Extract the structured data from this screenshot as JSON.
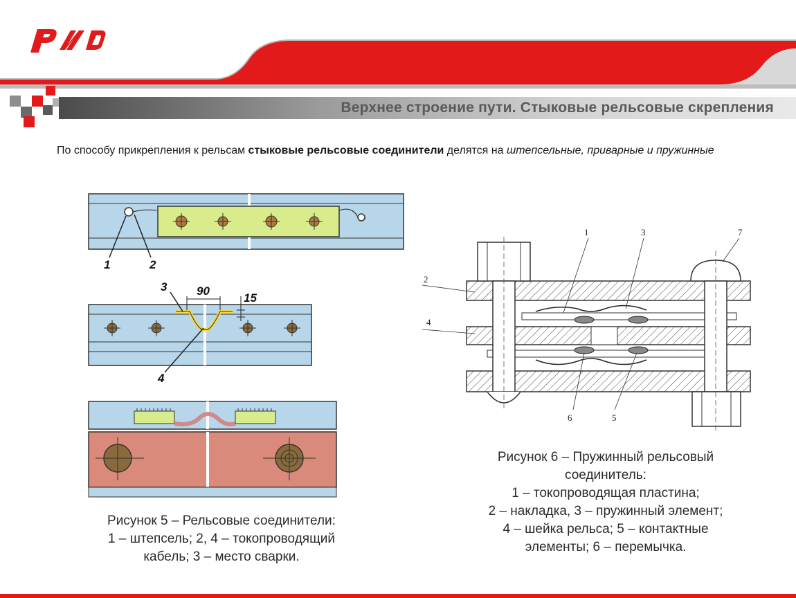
{
  "header": {
    "logo_text": "РЖД",
    "title": "Верхнее строение пути. Стыковые рельсовые скрепления",
    "colors": {
      "brand_red": "#e21a1a",
      "title_gray": "#5a5a5a"
    }
  },
  "intro": {
    "part1": "По способу прикрепления к рельсам ",
    "bold": "стыковые рельсовые соединители",
    "part2": " делятся на ",
    "italic": "штепсельные, приварные и пружинные"
  },
  "figure5": {
    "labels": [
      "1",
      "2",
      "3",
      "4"
    ],
    "dim_90": "90",
    "dim_15": "15",
    "caption": [
      "Рисунок 5 – Рельсовые соединители:",
      "1 – штепсель; 2, 4 – токопроводящий",
      "кабель; 3 – место сварки."
    ]
  },
  "figure6": {
    "labels": [
      "1",
      "2",
      "3",
      "4",
      "5",
      "6",
      "7"
    ],
    "caption": [
      "Рисунок 6 – Пружинный рельсовый",
      "соединитель:",
      "1 – токопроводящая пластина;",
      "2 – накладка, 3 – пружинный элемент;",
      "4 – шейка рельса; 5 –  контактные",
      "элементы; 6  – перемычка."
    ]
  }
}
